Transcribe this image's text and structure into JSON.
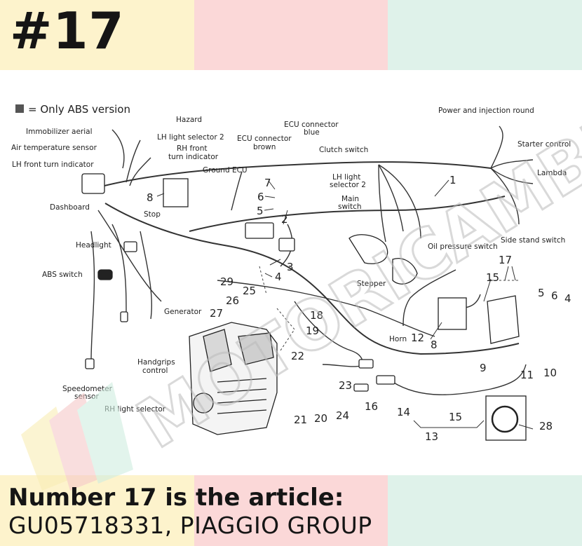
{
  "header": {
    "article_number": "#17"
  },
  "colors": {
    "band_yellow": "#fdf3cc",
    "band_pink": "#fbd8d8",
    "band_mint": "#dff2ea",
    "ink": "#151515",
    "watermark": "#d9d9d9"
  },
  "diagram": {
    "legend": "= Only ABS version",
    "watermark_text": "MOTORICAMBI"
  },
  "labels": {
    "hazard": "Hazard",
    "immobilizer": "Immobilizer aerial",
    "lh_selector2_a": "LH light selector 2",
    "air_temp": "Air temperature sensor",
    "rh_front_1": "RH front",
    "rh_front_2": "turn indicator",
    "lh_front": "LH front turn indicator",
    "dashboard": "Dashboard",
    "stop": "Stop",
    "ground_ecu": "Ground ECU",
    "ecu_brown_1": "ECU connector",
    "ecu_brown_2": "brown",
    "ecu_blue_1": "ECU connector",
    "ecu_blue_2": "blue",
    "clutch": "Clutch switch",
    "lh_selector2_b1": "LH light",
    "lh_selector2_b2": "selector 2",
    "main_switch_1": "Main",
    "main_switch_2": "switch",
    "power_injection": "Power and injection round",
    "starter": "Starter control",
    "lambda": "Lambda",
    "side_stand": "Side stand switch",
    "oil_pressure": "Oil pressure switch",
    "stepper": "Stepper",
    "headlight": "Headlight",
    "abs_switch": "ABS switch",
    "generator": "Generator",
    "horn": "Horn",
    "handgrips_1": "Handgrips",
    "handgrips_2": "control",
    "speedo_1": "Speedometer",
    "speedo_2": "sensor",
    "rh_selector": "RH light selector"
  },
  "numbers": [
    "1",
    "2",
    "3",
    "4",
    "5",
    "6",
    "7",
    "8",
    "9",
    "10",
    "11",
    "12",
    "13",
    "14",
    "15",
    "16",
    "17",
    "18",
    "19",
    "20",
    "21",
    "22",
    "23",
    "24",
    "25",
    "26",
    "27",
    "28",
    "29"
  ],
  "footer": {
    "line1": "Number 17 is the article:",
    "line2": "GU05718331, PIAGGIO GROUP"
  }
}
